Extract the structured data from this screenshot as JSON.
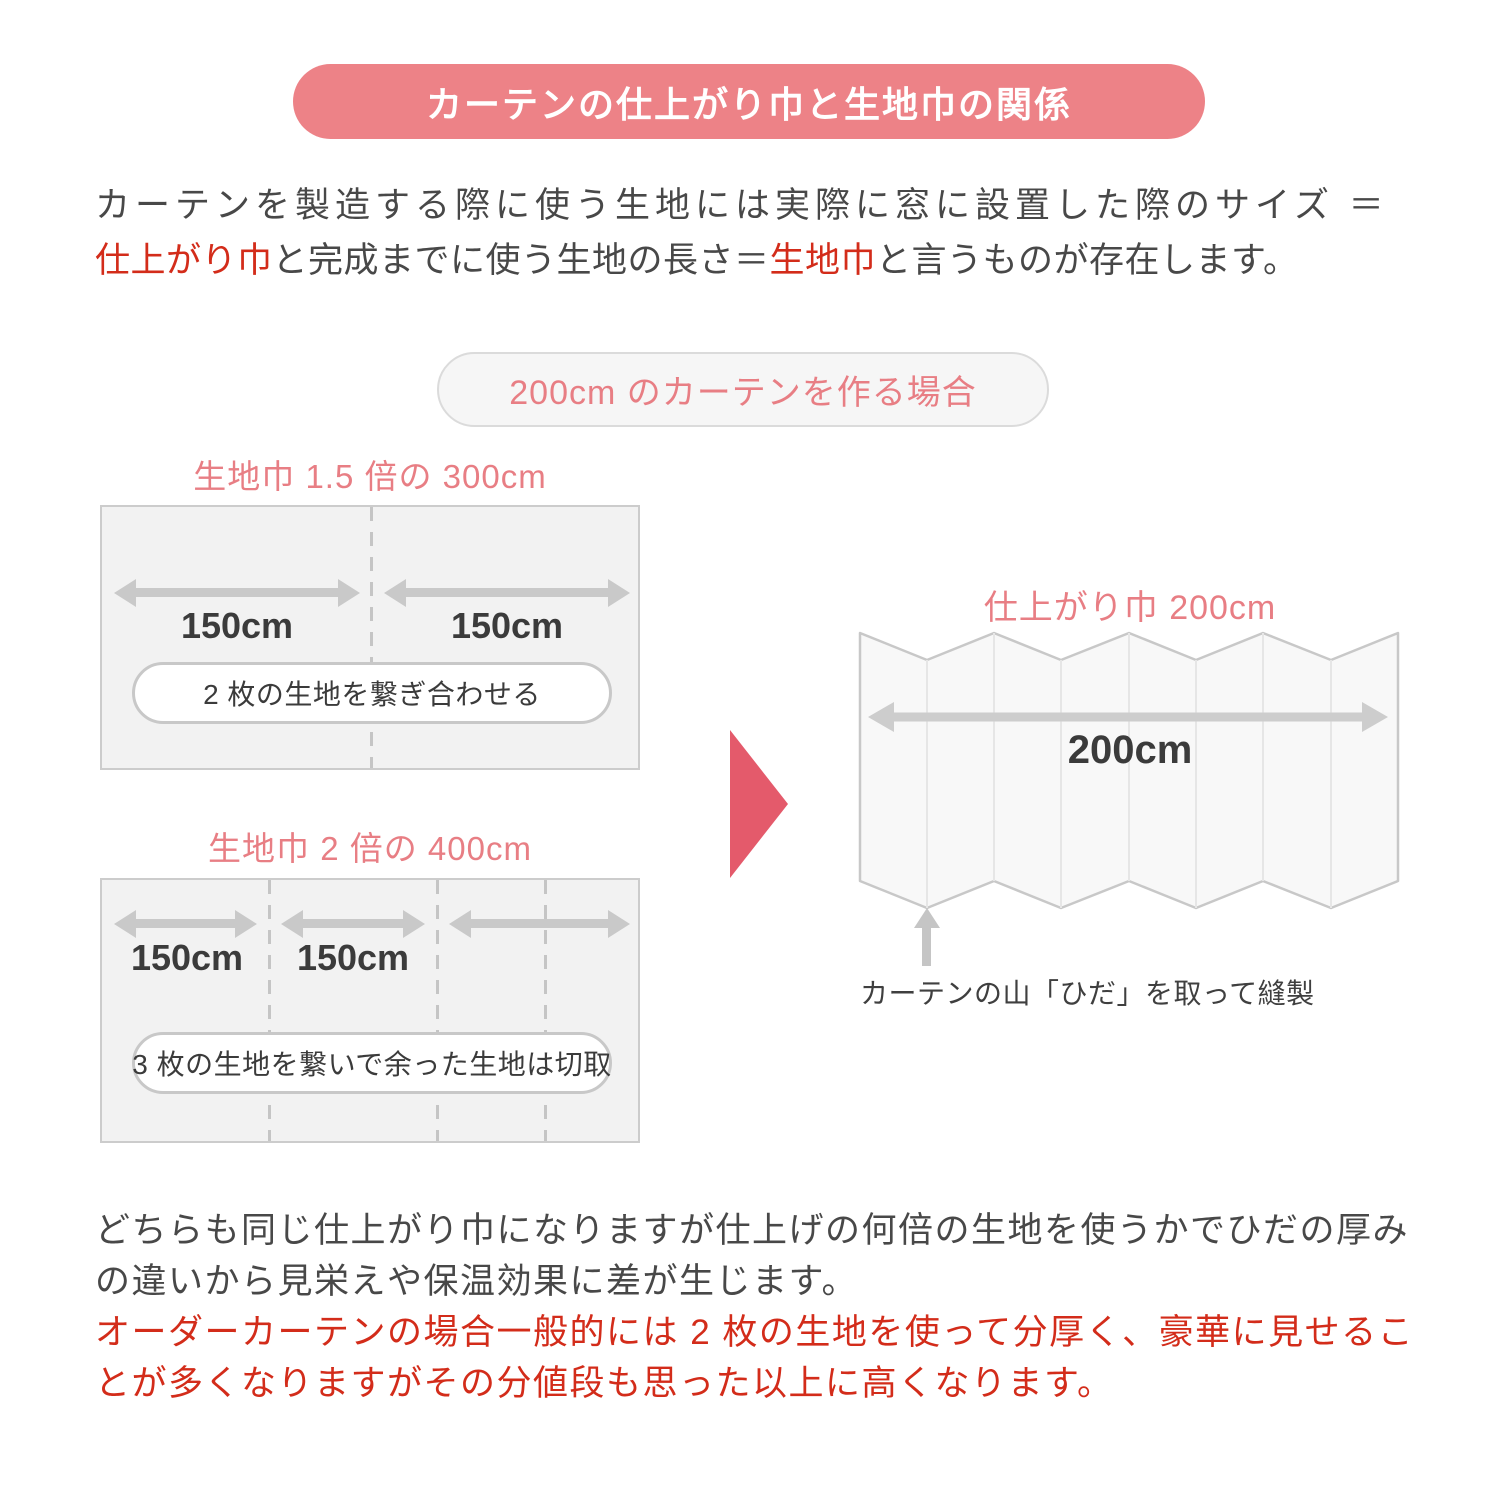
{
  "colors": {
    "banner_background": "#ed8287",
    "pink_text": "#e87e84",
    "red_text": "#d32c1a",
    "dark_text": "#484848",
    "box_background": "#f2f2f2",
    "arrow_gray": "#c9c9c9",
    "triangle_pink": "#e45a6b"
  },
  "header": {
    "title": "カーテンの仕上がり巾と生地巾の関係"
  },
  "intro": {
    "line1": "カーテンを製造する際に使う生地には実際に窓に設置した際のサイズ ＝",
    "line2_red1": "仕上がり巾",
    "line2_mid": "と完成までに使う生地の長さ＝",
    "line2_red2": "生地巾",
    "line2_tail": "と言うものが存在します。"
  },
  "case_pill": {
    "label": "200cm のカーテンを作る場合"
  },
  "diagram1": {
    "title": "生地巾 1.5 倍の 300cm",
    "arrow1_label": "150cm",
    "arrow2_label": "150cm",
    "note": "2 枚の生地を繋ぎ合わせる"
  },
  "diagram2": {
    "title": "生地巾 2 倍の 400cm",
    "arrow1_label": "150cm",
    "arrow2_label": "150cm",
    "note": "3 枚の生地を繋いで余った生地は切取"
  },
  "result": {
    "title": "仕上がり巾 200cm",
    "width_label": "200cm",
    "caption": "カーテンの山「ひだ」を取って縫製"
  },
  "outro": {
    "line1": "どちらも同じ仕上がり巾になりますが仕上げの何倍の生地を使うかでひだの厚み",
    "line2": "の違いから見栄えや保温効果に差が生じます。",
    "line3": "オーダーカーテンの場合一般的には 2 枚の生地を使って分厚く、豪華に見せるこ",
    "line4": "とが多くなりますがその分値段も思った以上に高くなります。"
  }
}
